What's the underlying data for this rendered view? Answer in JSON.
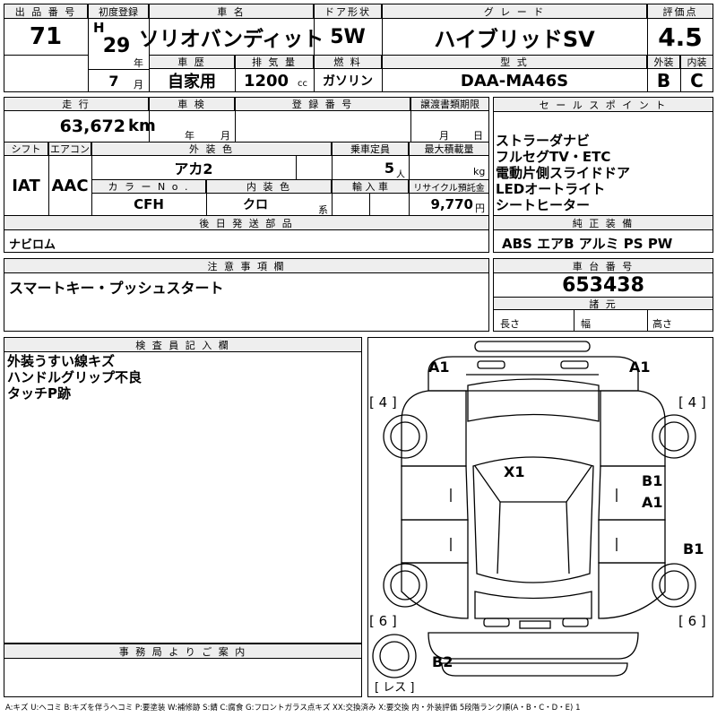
{
  "header": {
    "lot_label": "出 品 番 号",
    "lot_value": "71",
    "first_reg_label": "初度登録",
    "era": "H",
    "year": "29",
    "year_unit": "年",
    "month": "7",
    "month_unit": "月",
    "car_name_label": "車 名",
    "car_name": "ソリオバンディット",
    "door_label": "ドア形状",
    "door": "5W",
    "grade_label": "グ レ ー ド",
    "grade": "ハイブリッドSV",
    "score_label": "評価点",
    "score": "4.5",
    "history_label": "車 歴",
    "history": "自家用",
    "displacement_label": "排 気 量",
    "displacement": "1200",
    "displacement_unit": "cc",
    "fuel_label": "燃 料",
    "fuel": "ガソリン",
    "model_label": "型 式",
    "model": "DAA-MA46S",
    "exterior_label": "外装",
    "exterior": "B",
    "interior_label": "内装",
    "interior": "C"
  },
  "row2": {
    "mileage_label": "走 行",
    "mileage": "63,672",
    "mileage_unit": "km",
    "inspection_label": "車 検",
    "inspection_year_unit": "年",
    "inspection_month_unit": "月",
    "reg_no_label": "登 録 番 号",
    "reg_no": "",
    "transfer_label": "譲渡書類期限",
    "transfer_month_unit": "月",
    "transfer_day_unit": "日",
    "shift_label": "シフト",
    "shift": "IAT",
    "ac_label": "エアコン",
    "ac": "AAC",
    "ext_color_label": "外 装 色",
    "ext_color": "アカ2",
    "capacity_label": "乗車定員",
    "capacity": "5",
    "capacity_unit": "人",
    "max_load_label": "最大積載量",
    "max_load_unit": "kg",
    "color_no_label": "カ ラ ー N o .",
    "color_no": "CFH",
    "int_color_label": "内 装 色",
    "int_color": "クロ",
    "int_color_unit": "系",
    "import_label": "輸 入 車",
    "recycle_label": "リサイクル預託金",
    "recycle": "9,770",
    "recycle_unit": "円",
    "later_label": "後 日 発 送 部 品",
    "later": "ナビロム"
  },
  "sales": {
    "label": "セ ー ル ス ポ イ ン ト",
    "points": [
      "ストラーダナビ",
      "フルセグTV・ETC",
      "電動片側スライドドア",
      "LEDオートライト",
      "シートヒーター"
    ],
    "equip_label": "純 正 装 備",
    "equip": "ABS エアB アルミ PS PW"
  },
  "notes": {
    "label": "注 意 事 項 欄",
    "text": "スマートキー・プッシュスタート"
  },
  "chassis": {
    "label": "車 台 番 号",
    "value": "653438",
    "specs_label": "諸 元",
    "length": "長さ",
    "width": "幅",
    "height": "高さ"
  },
  "inspector": {
    "label": "検 査 員 記 入 欄",
    "lines": [
      "外装うすい線キズ",
      "ハンドルグリップ不良",
      "タッチP跡"
    ]
  },
  "office": {
    "label": "事 務 局 よ り ご 案 内"
  },
  "diagram": {
    "marks": {
      "a1_left": "A1",
      "a1_right": "A1",
      "x1": "X1",
      "b1_door": "B1",
      "a1_door": "A1",
      "b1_rear": "B1",
      "b2": "B2"
    },
    "tires": {
      "fl": "[ 4 ]",
      "fr": "[ 4 ]",
      "rl": "[ 6 ]",
      "rr": "[ 6 ]",
      "spare": "[ レス ]"
    }
  },
  "legend": "A:キズ U:ヘコミ B:キズを伴うヘコミ P:要塗装 W:補修跡 S:錆 C:腐食 G:フロントガラス点キズ XX:交換済み X:要交換 内・外装評価 5段階ランク順(A・B・C・D・E) 1"
}
